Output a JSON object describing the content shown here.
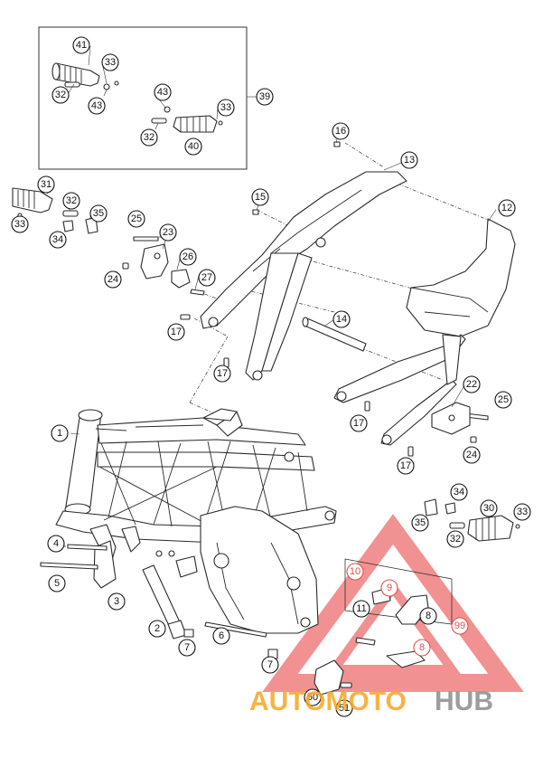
{
  "callouts": {
    "c41": "41",
    "c33a": "33",
    "c32a": "32",
    "c43a": "43",
    "c43b": "43",
    "c33b": "33",
    "c32b": "32",
    "c40": "40",
    "c39": "39",
    "c16": "16",
    "c13": "13",
    "c12": "12",
    "c15": "15",
    "c31": "31",
    "c32c": "32",
    "c35a": "35",
    "c33c": "33",
    "c34a": "34",
    "c25a": "25",
    "c23": "23",
    "c26": "26",
    "c24a": "24",
    "c27": "27",
    "c14": "14",
    "c17a": "17",
    "c17b": "17",
    "c17c": "17",
    "c17d": "17",
    "c22": "22",
    "c25b": "25",
    "c24b": "24",
    "c1": "1",
    "c4": "4",
    "c5": "5",
    "c3": "3",
    "c2": "2",
    "c7a": "7",
    "c7b": "7",
    "c6": "6",
    "c34b": "34",
    "c30": "30",
    "c33d": "33",
    "c35b": "35",
    "c32d": "32",
    "c10": "10",
    "c9": "9",
    "c11": "11",
    "c8a": "8",
    "c99": "99",
    "c8b": "8",
    "c50": "50",
    "c51": "51"
  },
  "watermark": {
    "word1": "AUTOMOTO",
    "word2": "HUB",
    "color1": "#f5a623",
    "color2": "#8c8c8c",
    "triangle_color": "#e8393a"
  }
}
